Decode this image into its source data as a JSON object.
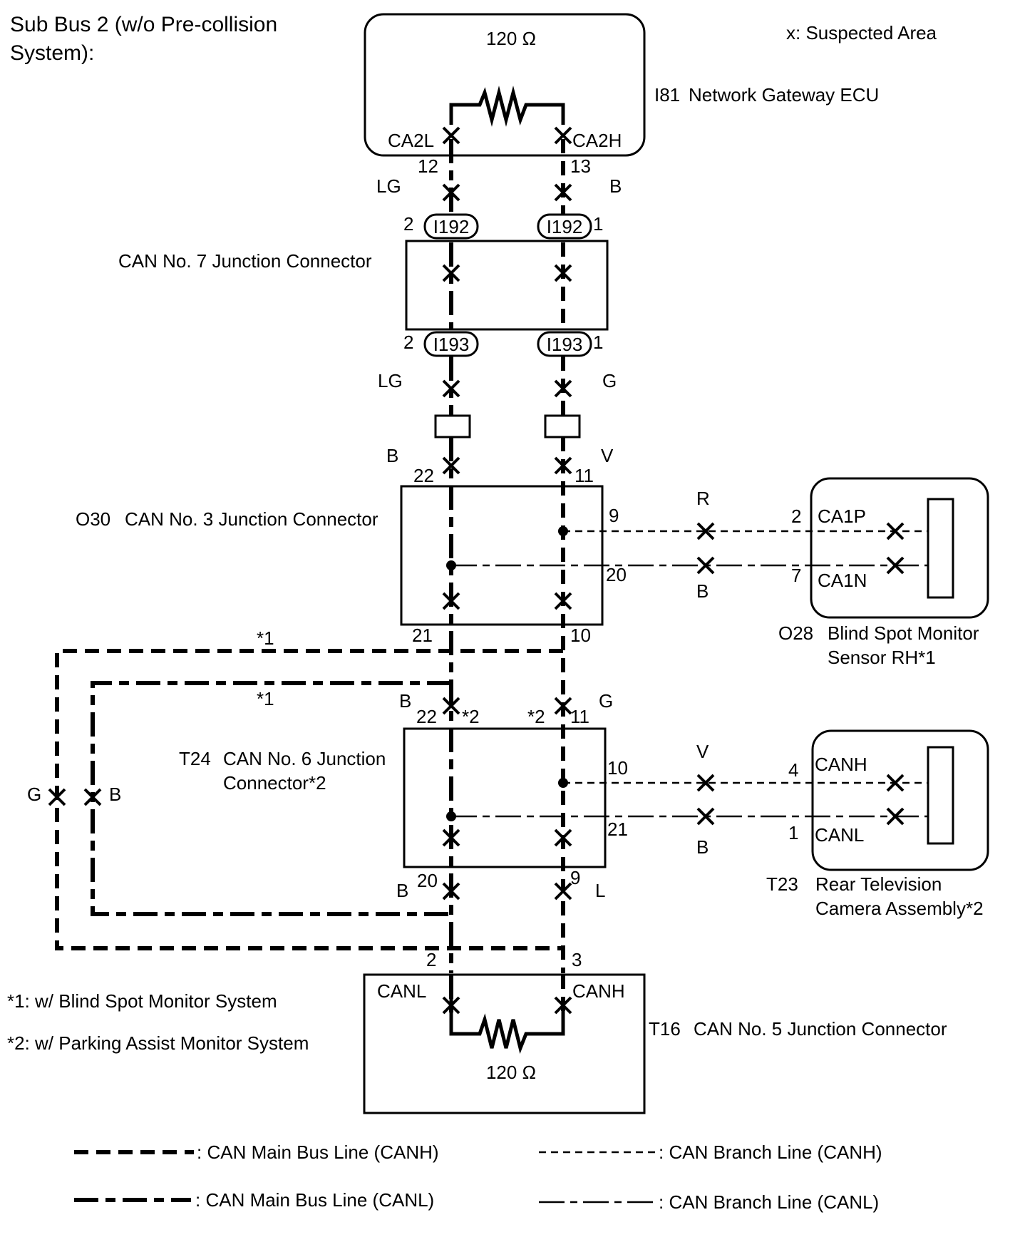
{
  "title": "Sub Bus 2 (w/o Pre-collision\nSystem):",
  "title_line1": "Sub Bus 2 (w/o Pre-collision",
  "title_line2": "System):",
  "suspected_note": "x: Suspected Area",
  "components": {
    "gateway": {
      "code": "I81",
      "name": "Network Gateway ECU",
      "resistor": "120 Ω",
      "pin_left": "CA2L",
      "pin_right": "CA2H",
      "pin_left_no": "12",
      "pin_right_no": "13"
    },
    "jc7": {
      "name": "CAN No. 7 Junction Connector",
      "top_connector": "I192",
      "bottom_connector": "I193",
      "left_pin": "2",
      "right_pin": "1"
    },
    "jc3": {
      "code": "O30",
      "name": "CAN No. 3 Junction Connector",
      "pin_top_left": "22",
      "pin_top_right": "11",
      "pin_branch_h": "9",
      "pin_branch_l": "20",
      "pin_bottom_left": "21",
      "pin_bottom_right": "10"
    },
    "bsm": {
      "code": "O28",
      "name_line1": "Blind Spot Monitor",
      "name_line2": "Sensor RH*1",
      "pin_h": "CA1P",
      "pin_l": "CA1N",
      "pin_h_no": "2",
      "pin_l_no": "7"
    },
    "jc6": {
      "code": "T24",
      "name_line1": "CAN No. 6 Junction",
      "name_line2": "Connector*2",
      "pin_top_left": "22",
      "pin_top_right": "11",
      "pin_branch_h": "10",
      "pin_branch_l": "21",
      "pin_bottom_left": "20",
      "pin_bottom_right": "9",
      "note_left": "*2",
      "note_right": "*2"
    },
    "camera": {
      "code": "T23",
      "name_line1": "Rear Television",
      "name_line2": "Camera Assembly*2",
      "pin_h": "CANH",
      "pin_l": "CANL",
      "pin_h_no": "4",
      "pin_l_no": "1"
    },
    "jc5": {
      "code": "T16",
      "name": "CAN No. 5 Junction Connector",
      "resistor": "120 Ω",
      "pin_left": "CANL",
      "pin_right": "CANH",
      "pin_left_no": "2",
      "pin_right_no": "3"
    }
  },
  "wire_colors": {
    "gw_left": "LG",
    "gw_right": "B",
    "jc7_left": "LG",
    "jc7_right": "G",
    "jc3_in_left": "B",
    "jc3_in_right": "V",
    "bsm_h": "R",
    "bsm_l": "B",
    "jc6_in_left": "B",
    "jc6_in_right": "G",
    "cam_h": "V",
    "cam_l": "B",
    "bypass_outer": "G",
    "bypass_inner": "B",
    "jc6_out_left": "B",
    "jc6_out_right": "L"
  },
  "bypass_notes": {
    "outer": "*1",
    "inner": "*1"
  },
  "footnotes": [
    "*1: w/ Blind Spot Monitor System",
    "*2: w/ Parking Assist Monitor System"
  ],
  "legend": {
    "main_h": ": CAN Main Bus Line (CANH)",
    "main_l": ": CAN Main Bus Line (CANL)",
    "branch_h": ": CAN Branch Line (CANH)",
    "branch_l": ": CAN Branch Line (CANL)"
  }
}
